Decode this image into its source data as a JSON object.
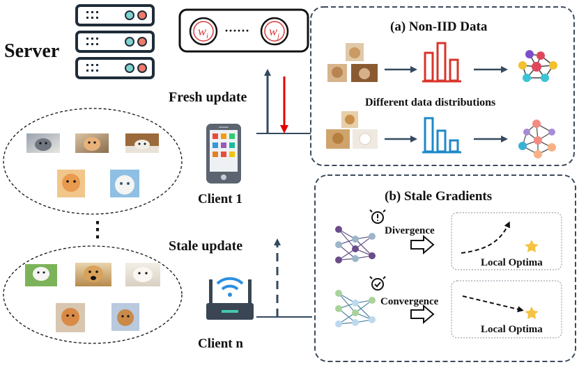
{
  "server": {
    "label": "Server"
  },
  "weights": {
    "left": "w",
    "left_sub": "i",
    "dots": "······",
    "right": "w",
    "right_sub": "j"
  },
  "fresh": {
    "label": "Fresh update"
  },
  "stale": {
    "label": "Stale update"
  },
  "clients": {
    "client1": "Client 1",
    "clientn": "Client n",
    "ellipsis": "⋮"
  },
  "panel_a": {
    "title": "(a)  Non-IID Data",
    "middle_text": "Different data distributions",
    "hist_colors": [
      "#d9342b",
      "#1e88c8"
    ]
  },
  "panel_b": {
    "title": "(b)  Stale Gradients",
    "row1_label": "Divergence",
    "row1_optima": "Local Optima",
    "row2_label": "Convergence",
    "row2_optima": "Local Optima"
  },
  "colors": {
    "fresh_up": "#34495e",
    "fresh_down": "#e00000",
    "stale_arrow": "#34495e",
    "panel_border": "#3c4a5c",
    "star": "#f5c242",
    "weight_ring": "#d83a3a"
  },
  "icons": [
    "server-icon",
    "phone-icon",
    "router-icon",
    "alarm-icon",
    "alarm-check-icon",
    "neural-network-icon",
    "star-icon",
    "cat-photo",
    "dog-photo"
  ]
}
